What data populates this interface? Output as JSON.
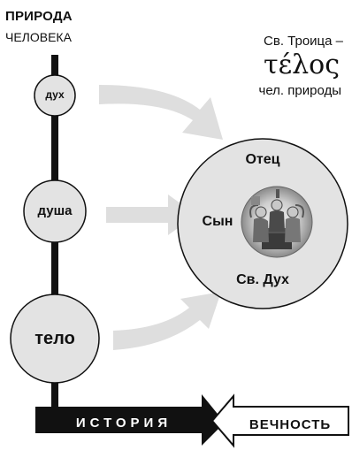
{
  "left_header": {
    "title": "ПРИРОДА",
    "subtitle": "ЧЕЛОВЕКА"
  },
  "right_header": {
    "line1": "Св. Троица –",
    "telos": "τέλος",
    "line3": "чел. природы"
  },
  "nodes": {
    "spirit": "дух",
    "soul": "душа",
    "body": "тело"
  },
  "trinity": {
    "father": "Отец",
    "son": "Сын",
    "spirit": "Св. Дух",
    "icon": "trinity-icon"
  },
  "bottom": {
    "history": "ИСТОРИЯ",
    "eternity": "ВЕЧНОСТЬ"
  },
  "colors": {
    "circle_fill": "#e3e3e3",
    "arrow_fill": "#dedede",
    "bar": "#111111"
  }
}
